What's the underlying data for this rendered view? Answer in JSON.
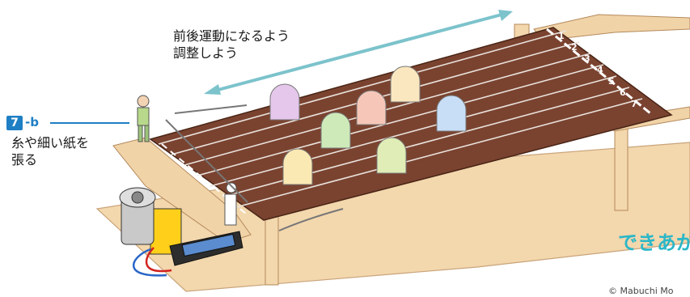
{
  "annotation_top": "前後運動になるよう\n調整しよう",
  "step": {
    "number": "7",
    "suffix": "-b"
  },
  "annotation_side": "糸や細い紙を\n張る",
  "lane_numbers": [
    "1",
    "2",
    "3",
    "4",
    "5",
    "6",
    "7"
  ],
  "done_label": "できあが",
  "copyright": "© Mabuchi Mo",
  "colors": {
    "accent_blue": "#1f7fc4",
    "arrow_teal": "#7cc3cc",
    "done_teal": "#2bb7c8",
    "wood": "#f1d3a8",
    "track": "#7a4330"
  }
}
